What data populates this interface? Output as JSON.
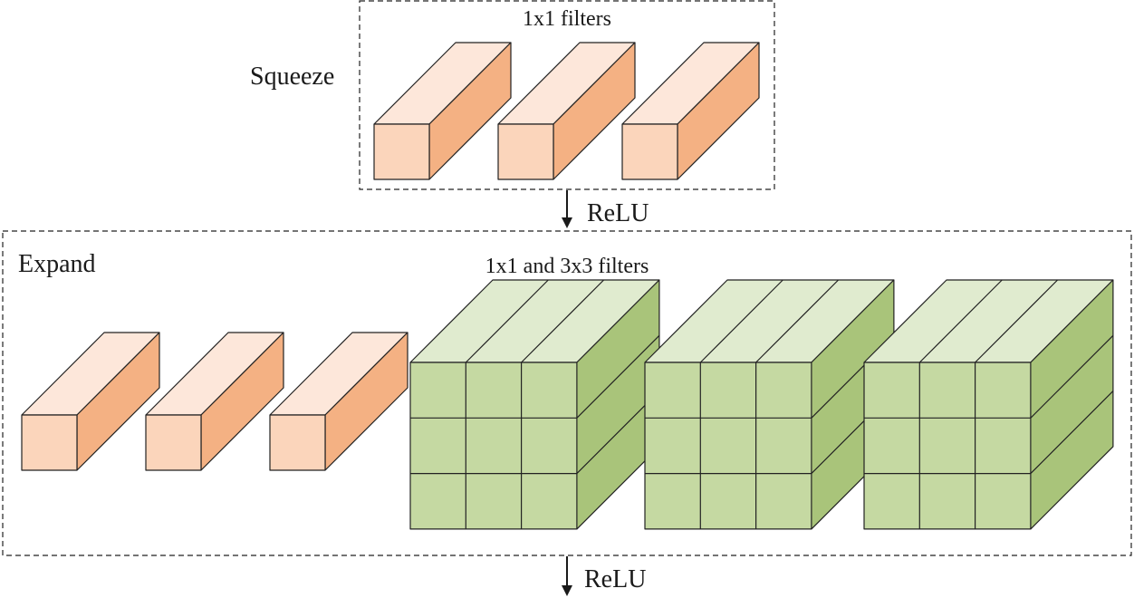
{
  "squeeze": {
    "label": "Squeeze",
    "filters_label": "1x1 filters",
    "filter_count": 3
  },
  "relu_top": {
    "label": "ReLU"
  },
  "expand": {
    "label": "Expand",
    "filters_label": "1x1 and 3x3 filters",
    "filter_1x1_count": 3,
    "filter_3x3_count": 3
  },
  "relu_bottom": {
    "label": "ReLU"
  },
  "colors": {
    "orange_front": "#fbd5bb",
    "orange_top": "#fde7da",
    "orange_side": "#f4b183",
    "green_front": "#c5d9a2",
    "green_top": "#e0ebcf",
    "green_side": "#a9c47a",
    "stroke": "#222222"
  }
}
